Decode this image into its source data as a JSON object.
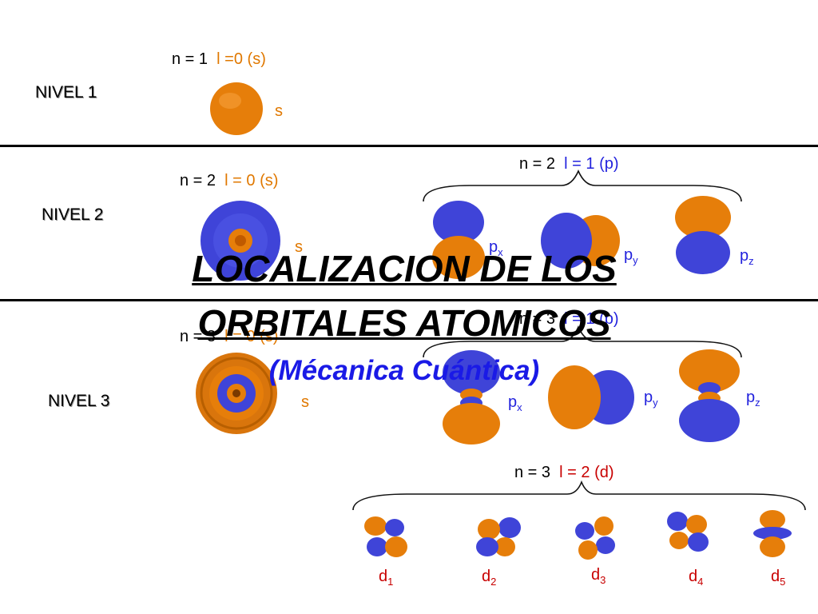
{
  "level1": {
    "name": "NIVEL 1",
    "header": {
      "n": "n = 1",
      "l": "l =0  (s)"
    },
    "s_label": "s"
  },
  "level2": {
    "name": "NIVEL 2",
    "s_header": {
      "n": "n = 2",
      "l": "l = 0  (s)"
    },
    "s_label": "s",
    "p_header": {
      "n": "n = 2",
      "l": "l = 1 (p)"
    },
    "p_labels": [
      {
        "base": "p",
        "sub": "x"
      },
      {
        "base": "p",
        "sub": "y"
      },
      {
        "base": "p",
        "sub": "z"
      }
    ]
  },
  "level3": {
    "name": "NIVEL 3",
    "s_header": {
      "n": "n = 3",
      "l": "l = 0  (s)"
    },
    "s_label": "s",
    "p_header": {
      "n": "n = 3",
      "l": "l = 1 (p)"
    },
    "p_labels": [
      {
        "base": "p",
        "sub": "x"
      },
      {
        "base": "p",
        "sub": "y"
      },
      {
        "base": "p",
        "sub": "z"
      }
    ],
    "d_header": {
      "n": "n = 3",
      "l": "l = 2  (d)"
    },
    "d_labels": [
      {
        "base": "d",
        "sub": "1"
      },
      {
        "base": "d",
        "sub": "2"
      },
      {
        "base": "d",
        "sub": "3"
      },
      {
        "base": "d",
        "sub": "4"
      },
      {
        "base": "d",
        "sub": "5"
      }
    ]
  },
  "title": {
    "line1": "LOCALIZACION DE LOS",
    "line2": "ORBITALES ATOMICOS",
    "subtitle": "(Mécanica Cuántica)"
  },
  "colors": {
    "orbital_orange": "#e67e0a",
    "orbital_blue": "#3f44d8",
    "text_orange": "#e07800",
    "text_blue": "#2222dd",
    "text_red": "#c80000"
  }
}
